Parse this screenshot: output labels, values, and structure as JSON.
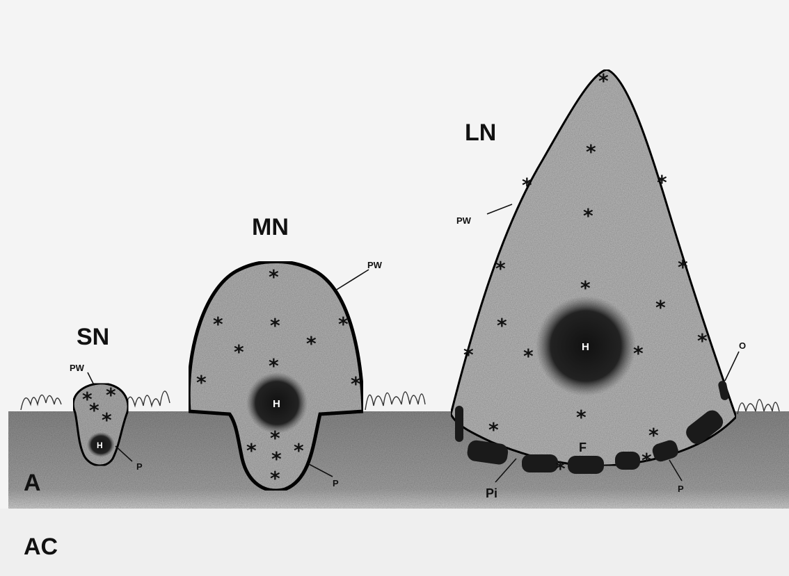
{
  "labels": {
    "SN": "SN",
    "MN": "MN",
    "LN": "LN",
    "A": "A",
    "AC": "AC",
    "F": "F",
    "Pi": "Pi",
    "O": "O",
    "PW_small": "PW",
    "PW_medium": "PW",
    "PW_large": "PW",
    "P_small": "P",
    "P_medium": "P",
    "P_large": "P",
    "H_small": "H",
    "H_medium": "H",
    "H_large": "H"
  },
  "marker_symbol": "*",
  "colors": {
    "background": "#f4f4f4",
    "layer": "#9a9a9a",
    "tissue": "#b6b6b6",
    "wall": "#111111",
    "core": "#1a1a1a"
  }
}
